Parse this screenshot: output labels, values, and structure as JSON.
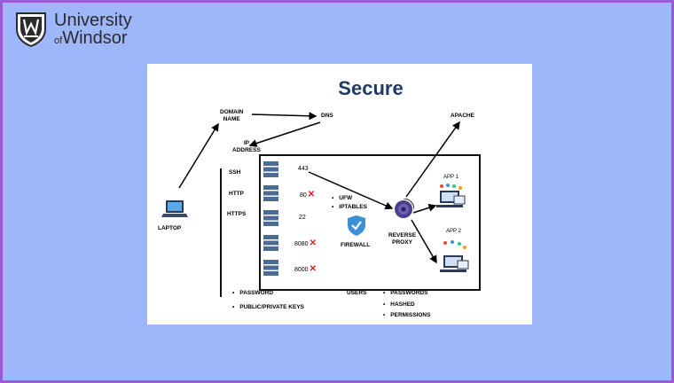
{
  "brand": {
    "name_line1": "University",
    "name_of": "of",
    "name_line2": "Windsor"
  },
  "diagram": {
    "title": "Secure",
    "nodes": {
      "laptop": "LAPTOP",
      "domain_name": "DOMAIN\nNAME",
      "dns": "DNS",
      "ip_address": "IP\nADDRESS",
      "apache": "APACHE",
      "firewall": "FIREWALL",
      "reverse_proxy": "REVERSE\nPROXY",
      "app1": "APP 1",
      "app2": "APP 2",
      "users": "USERS"
    },
    "protocols": [
      "SSH",
      "HTTP",
      "HTTPS"
    ],
    "ports": [
      {
        "port": "443",
        "blocked": false
      },
      {
        "port": "80",
        "blocked": true
      },
      {
        "port": "22",
        "blocked": false
      },
      {
        "port": "8080",
        "blocked": true
      },
      {
        "port": "8000",
        "blocked": true
      }
    ],
    "firewall_tools": [
      "UFW",
      "IPTABLES"
    ],
    "auth_items": [
      "PASSWORD",
      "PUBLIC/PRIVATE KEYS"
    ],
    "user_items": [
      "PASSWORDS",
      "HASHED",
      "PERMISSIONS"
    ]
  }
}
